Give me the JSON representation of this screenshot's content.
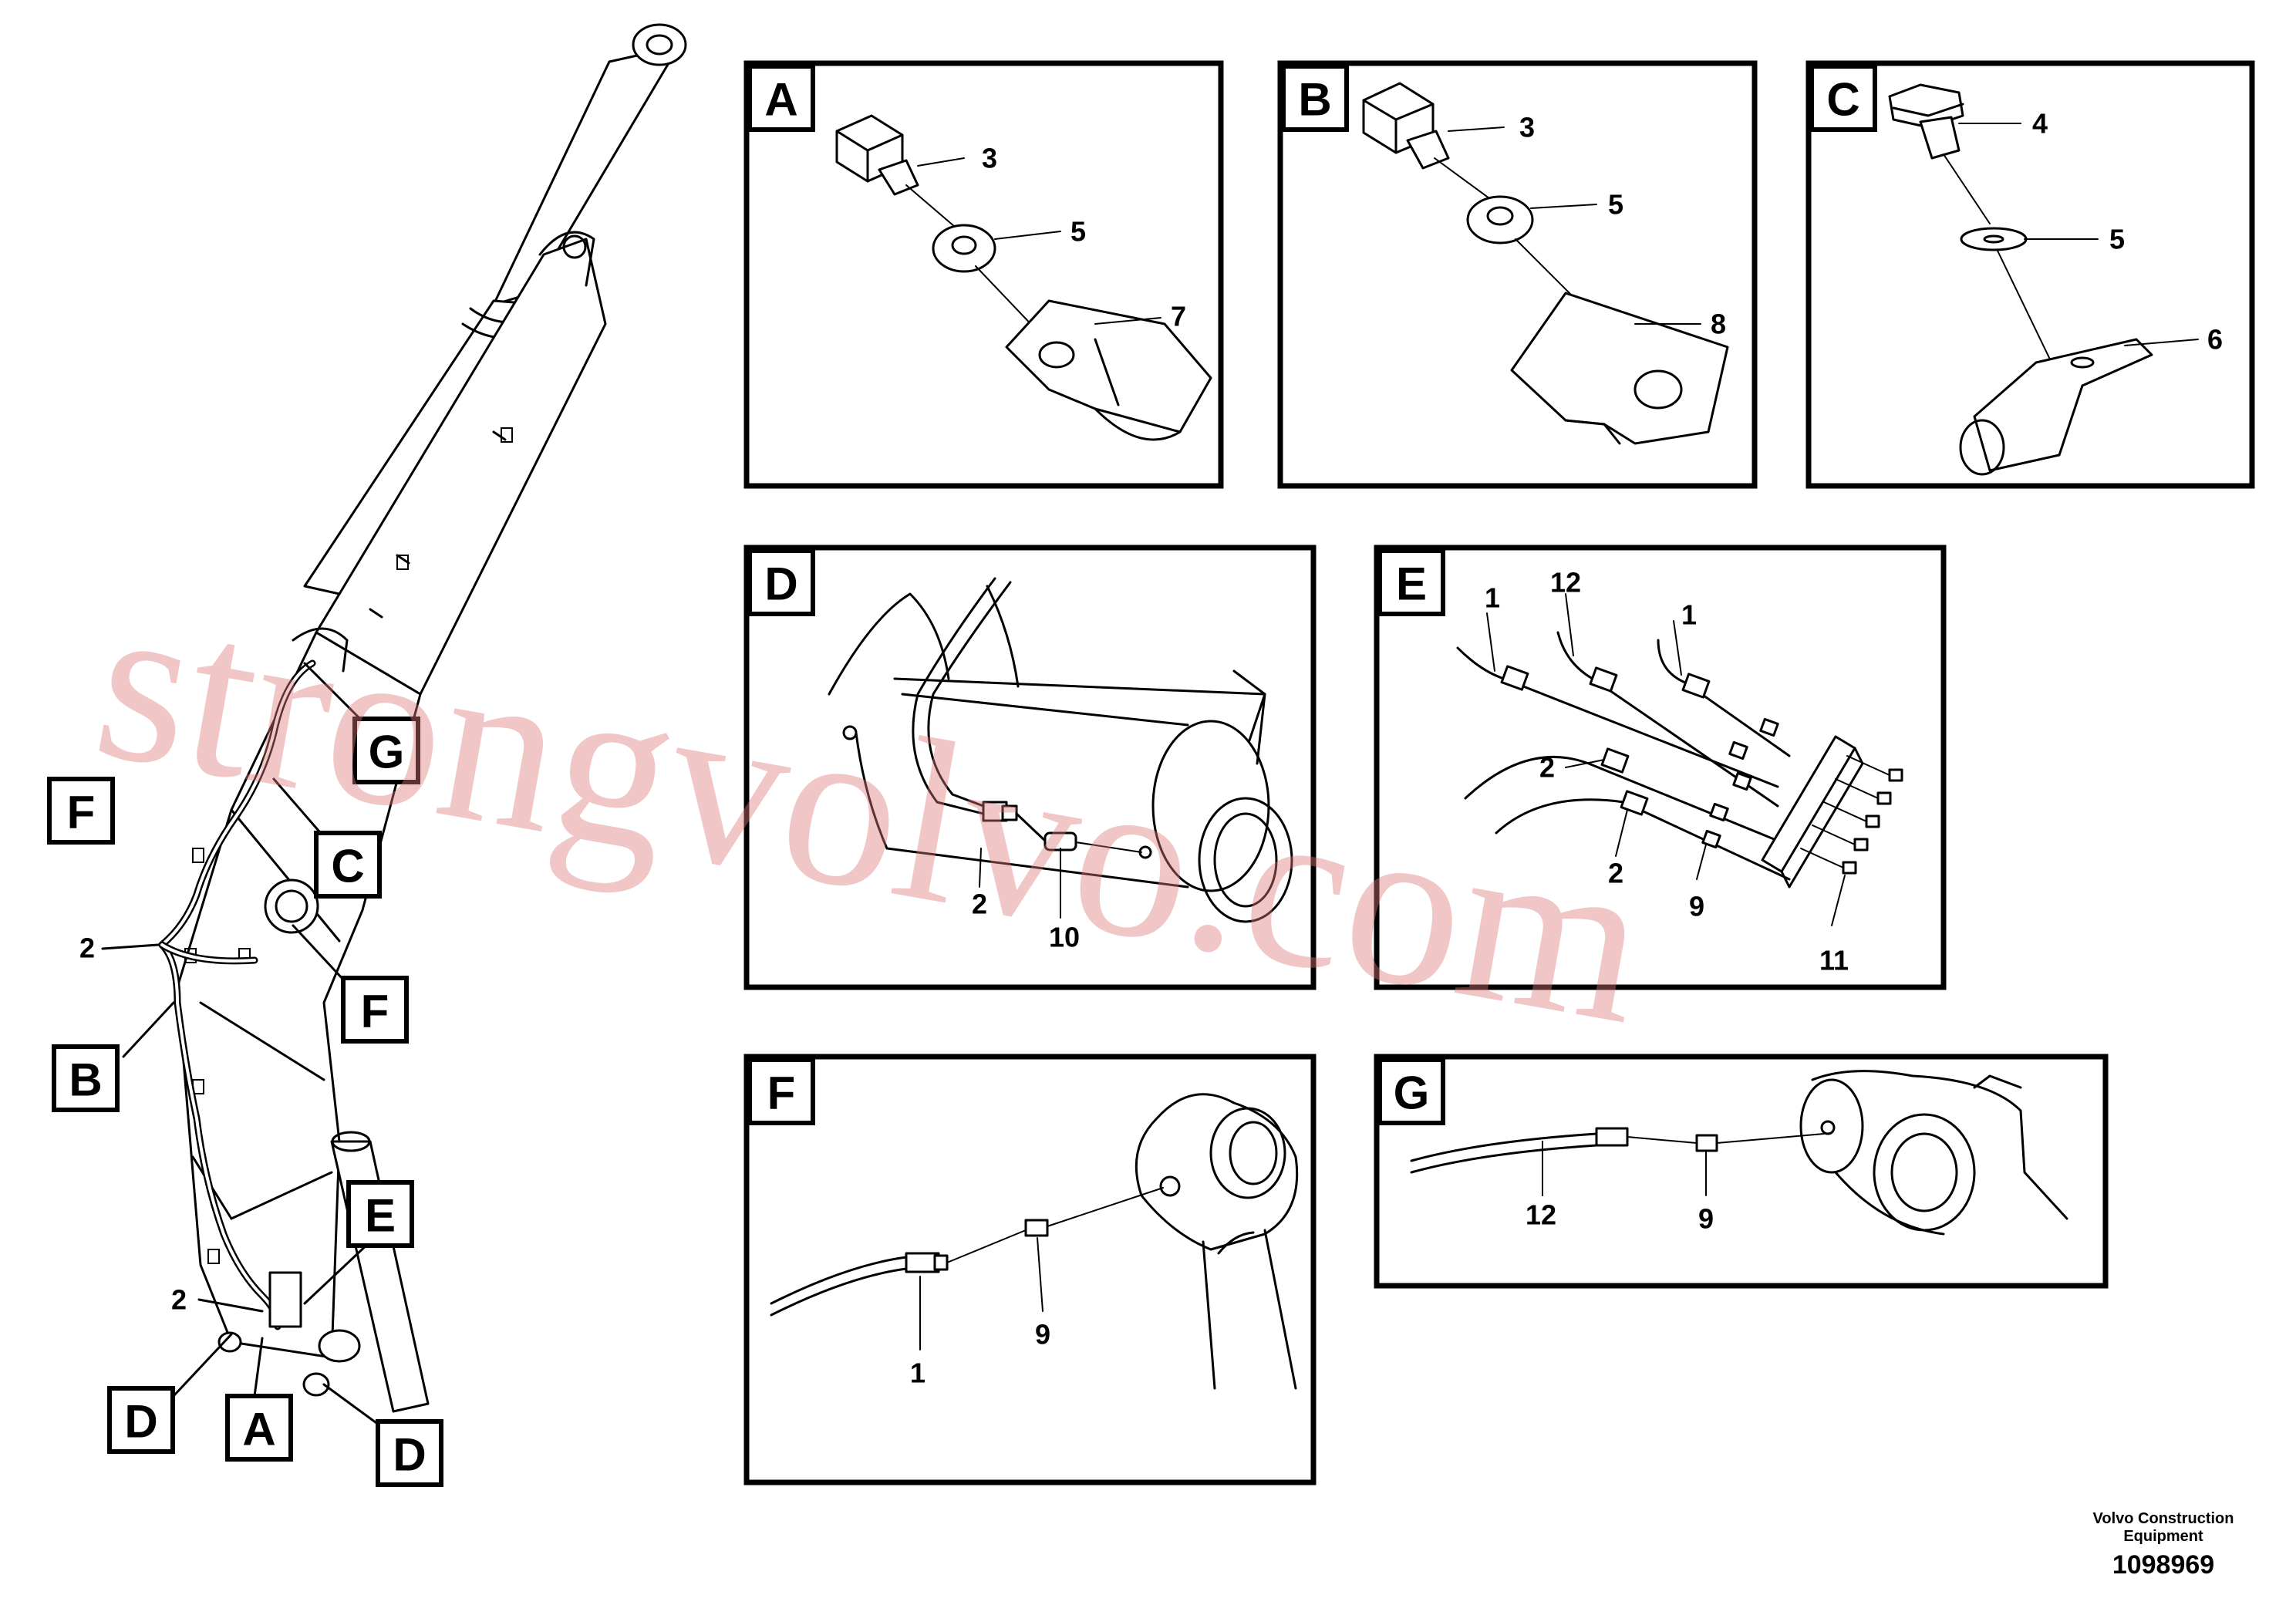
{
  "callouts": {
    "A": "A",
    "B": "B",
    "C": "C",
    "D": "D",
    "E": "E",
    "F": "F",
    "G": "G"
  },
  "numbers": {
    "n1": "1",
    "n2": "2",
    "n3": "3",
    "n4": "4",
    "n5": "5",
    "n6": "6",
    "n7": "7",
    "n8": "8",
    "n9": "9",
    "n10": "10",
    "n11": "11",
    "n12": "12"
  },
  "watermark": "strongvolvo.com",
  "footer": {
    "company": "Volvo Construction",
    "company_line2": "Equipment",
    "doc_number": "1098969"
  }
}
